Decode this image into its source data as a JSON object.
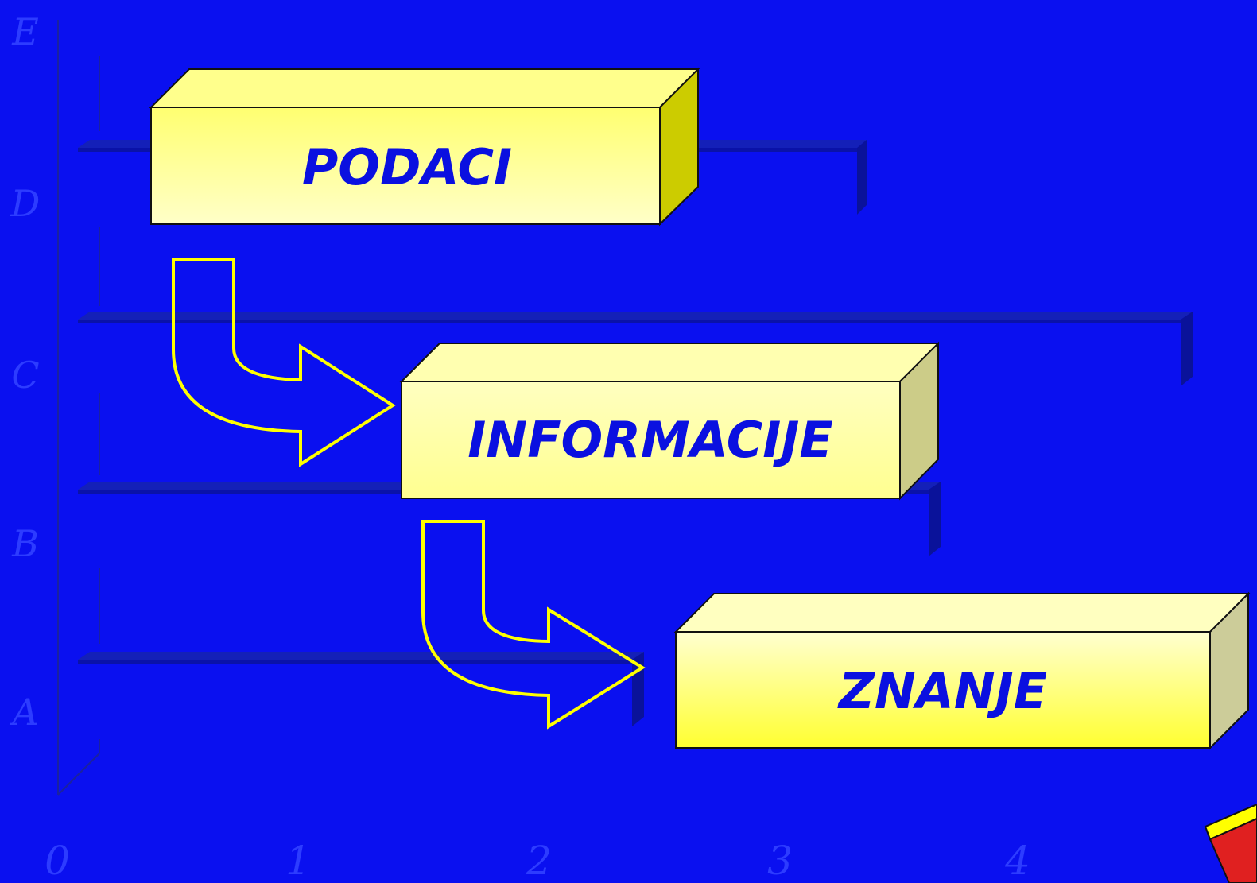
{
  "diagram": {
    "boxes": [
      {
        "id": "podaci",
        "label": "PODACI"
      },
      {
        "id": "informacije",
        "label": "INFORMACIJE"
      },
      {
        "id": "znanje",
        "label": "ZNANJE"
      }
    ],
    "y_axis_labels": [
      "E",
      "D",
      "C",
      "B",
      "A"
    ],
    "x_axis_labels": [
      "0",
      "1",
      "2",
      "3",
      "4"
    ]
  },
  "colors": {
    "background": "#0a10f0",
    "shelf": "#0a12a8",
    "box_front": "#ffffa8",
    "box_front_alt": "#ffff55",
    "box_top": "#ffff8c",
    "box_side_yellow": "#cccc00",
    "box_side_khaki": "#cccc88",
    "arrow_stroke": "#ffff00",
    "label_text": "#0a10e0",
    "axis_text": "#2d3cff"
  }
}
